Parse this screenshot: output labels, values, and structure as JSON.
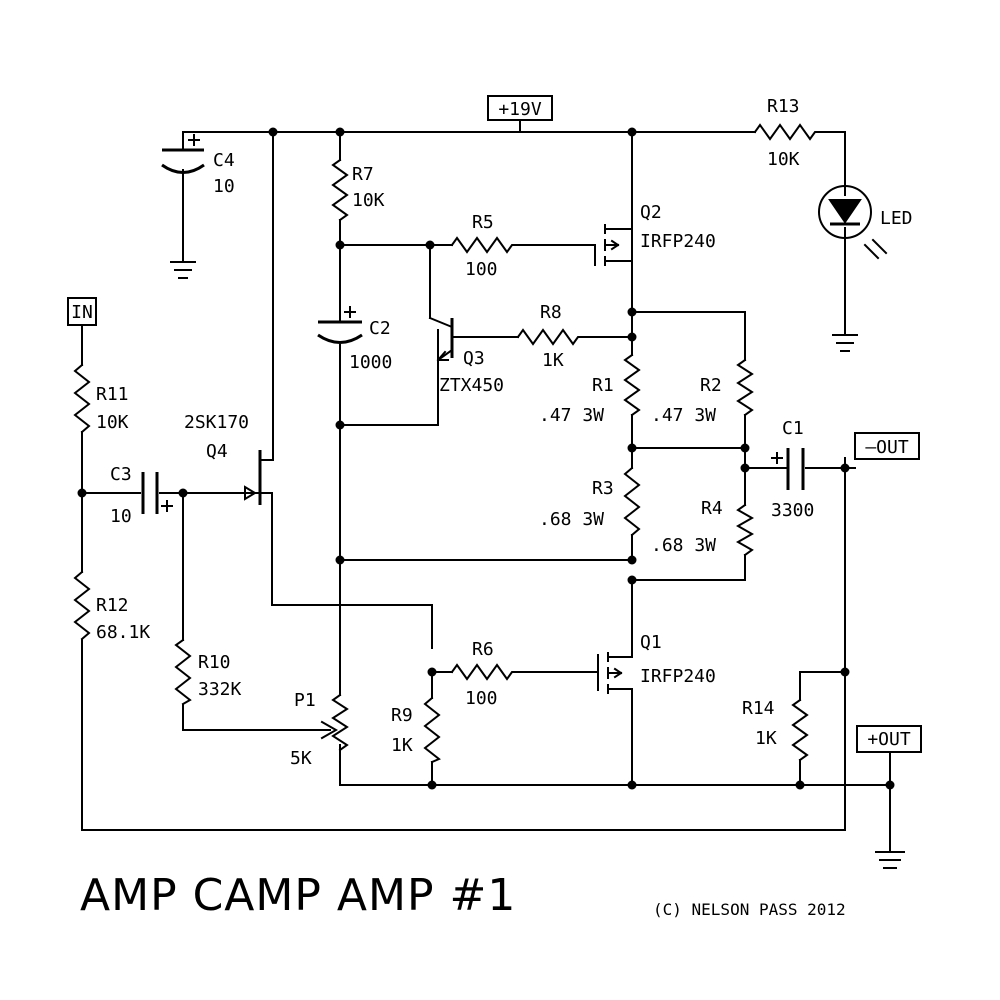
{
  "title": "AMP CAMP AMP #1",
  "copyright": "(C) NELSON PASS 2012",
  "terminals": {
    "supply": "+19V",
    "input": "IN",
    "out_neg": "–OUT",
    "out_pos": "+OUT"
  },
  "components": {
    "c4": {
      "ref": "C4",
      "value": "10"
    },
    "c3": {
      "ref": "C3",
      "value": "10"
    },
    "c2": {
      "ref": "C2",
      "value": "1000"
    },
    "c1": {
      "ref": "C1",
      "value": "3300"
    },
    "r1": {
      "ref": "R1",
      "value": ".47 3W"
    },
    "r2": {
      "ref": "R2",
      "value": ".47 3W"
    },
    "r3": {
      "ref": "R3",
      "value": ".68 3W"
    },
    "r4": {
      "ref": "R4",
      "value": ".68 3W"
    },
    "r5": {
      "ref": "R5",
      "value": "100"
    },
    "r6": {
      "ref": "R6",
      "value": "100"
    },
    "r7": {
      "ref": "R7",
      "value": "10K"
    },
    "r8": {
      "ref": "R8",
      "value": "1K"
    },
    "r9": {
      "ref": "R9",
      "value": "1K"
    },
    "r10": {
      "ref": "R10",
      "value": "332K"
    },
    "r11": {
      "ref": "R11",
      "value": "10K"
    },
    "r12": {
      "ref": "R12",
      "value": "68.1K"
    },
    "r13": {
      "ref": "R13",
      "value": "10K"
    },
    "r14": {
      "ref": "R14",
      "value": "1K"
    },
    "p1": {
      "ref": "P1",
      "value": "5K"
    },
    "q1": {
      "ref": "Q1",
      "part": "IRFP240"
    },
    "q2": {
      "ref": "Q2",
      "part": "IRFP240"
    },
    "q3": {
      "ref": "Q3",
      "part": "ZTX450"
    },
    "q4": {
      "ref": "Q4",
      "part": "2SK170"
    },
    "led": {
      "ref": "LED"
    }
  }
}
